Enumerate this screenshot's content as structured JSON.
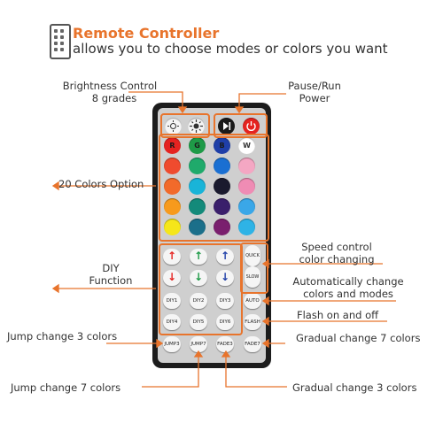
{
  "header": {
    "title": "Remote Controller",
    "subtitle": "allows you to choose modes or colors you want"
  },
  "labels": {
    "brightness_line1": "Brightness Control",
    "brightness_line2": "8 grades",
    "pause_line1": "Pause/Run",
    "pause_line2": "Power",
    "colors_option": "20 Colors Option",
    "diy_line1": "DIY",
    "diy_line2": "Function",
    "speed_line1": "Speed control",
    "speed_line2": "color changing",
    "auto_line1": "Automatically change",
    "auto_line2": "colors and modes",
    "flash": "Flash on and off",
    "jump3": "Jump change 3 colors",
    "fade7": "Gradual change 7 colors",
    "jump7": "Jump change 7 colors",
    "fade3": "Gradual change 3 colors"
  },
  "remote": {
    "letters": [
      "R",
      "G",
      "B",
      "W"
    ],
    "quick": "QUICK",
    "slow": "SLOW",
    "auto": "AUTO",
    "flash": "FLASH",
    "diy": [
      "DIY1",
      "DIY2",
      "DIY3",
      "DIY4",
      "DIY5",
      "DIY6"
    ],
    "bottom": [
      "JUMP3",
      "JUMP7",
      "FADE3",
      "FADE7"
    ]
  },
  "colors": {
    "accent": "#e8742c",
    "grid": [
      [
        "#e52320",
        "#1e9a47",
        "#1f3fa8",
        "#ffffff"
      ],
      [
        "#ef4b2e",
        "#1faa6b",
        "#1a6fd2",
        "#f4a7c3"
      ],
      [
        "#f26a2a",
        "#19b4d8",
        "#1a1a2e",
        "#ef8cb4"
      ],
      [
        "#f79a1c",
        "#138a7a",
        "#3a1f6b",
        "#3aa7e8"
      ],
      [
        "#f5e61a",
        "#1b6f8a",
        "#7a1f6e",
        "#2eb3e6"
      ]
    ]
  }
}
